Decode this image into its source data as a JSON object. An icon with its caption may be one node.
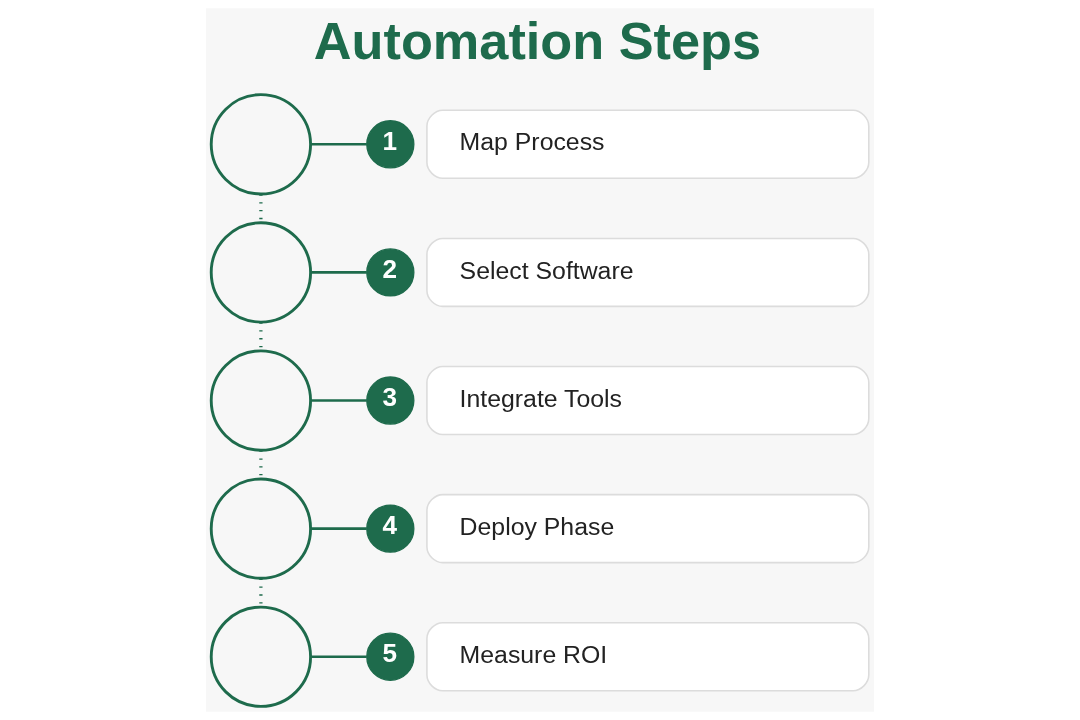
{
  "diagram": {
    "title": "Automation Steps",
    "nodes": [
      {
        "text": [],
        "shape": "circle"
      },
      {
        "text": [
          "1"
        ]
      },
      {
        "text": [
          "Map Process"
        ]
      },
      {
        "text": [],
        "shape": "circle"
      },
      {
        "text": [
          "2"
        ]
      },
      {
        "text": [
          "Select Software"
        ]
      },
      {
        "text": [],
        "shape": "circle"
      },
      {
        "text": [
          "3"
        ]
      },
      {
        "text": [
          "Integrate Tools"
        ]
      },
      {
        "text": [],
        "shape": "circle"
      },
      {
        "text": [
          "4"
        ]
      },
      {
        "text": [
          "Deploy Phase"
        ]
      },
      {
        "text": [],
        "shape": "circle"
      },
      {
        "text": [
          "5"
        ]
      },
      {
        "text": [
          "Measure ROI"
        ]
      }
    ],
    "edges": [
      {
        "from": 0,
        "to": 1,
        "arrow": "none"
      },
      {
        "from": 0,
        "to": 3,
        "arrow": "none",
        "style": "dashed"
      },
      {
        "from": 3,
        "to": 4,
        "arrow": "none"
      },
      {
        "from": 3,
        "to": 6,
        "arrow": "none",
        "style": "dashed"
      },
      {
        "from": 6,
        "to": 7,
        "arrow": "none"
      },
      {
        "from": 6,
        "to": 9,
        "arrow": "none",
        "style": "dashed"
      },
      {
        "from": 9,
        "to": 10,
        "arrow": "none"
      },
      {
        "from": 9,
        "to": 12,
        "arrow": "none",
        "style": "dashed"
      },
      {
        "from": 12,
        "to": 13,
        "arrow": "none"
      }
    ]
  }
}
